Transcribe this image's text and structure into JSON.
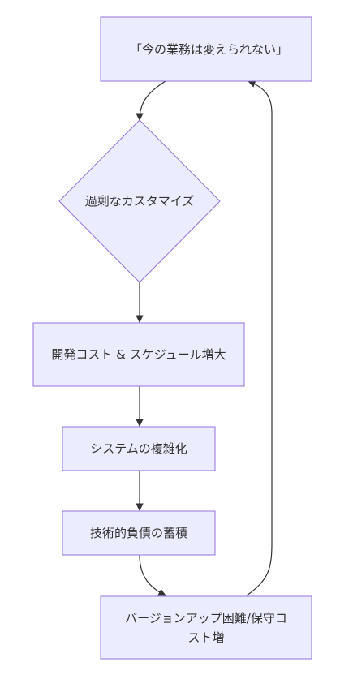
{
  "colors": {
    "node_fill": "#ECECFF",
    "node_stroke": "#9370DB",
    "edge": "#333333",
    "text": "#333333"
  },
  "nodes": {
    "start": "「今の業務は変えられない」",
    "customize": "過剰なカスタマイズ",
    "cost": "開発コスト & スケジュール増大",
    "complex": "システムの複雑化",
    "debt": "技術的負債の蓄積",
    "upgrade": "バージョンアップ困難/保守コスト増"
  }
}
